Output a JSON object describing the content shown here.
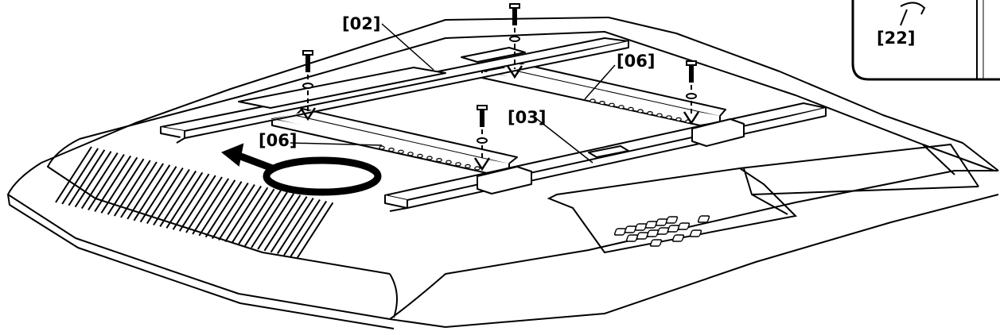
{
  "diagram": {
    "part_labels": {
      "rail_top": "[02]",
      "rail_bottom": "[03]",
      "bracket_right": "[06]",
      "bracket_left": "[06]",
      "inset_part": "[22]"
    },
    "colors": {
      "line": "#000000",
      "fill": "#ffffff",
      "shade": "#d9d9d9"
    }
  }
}
